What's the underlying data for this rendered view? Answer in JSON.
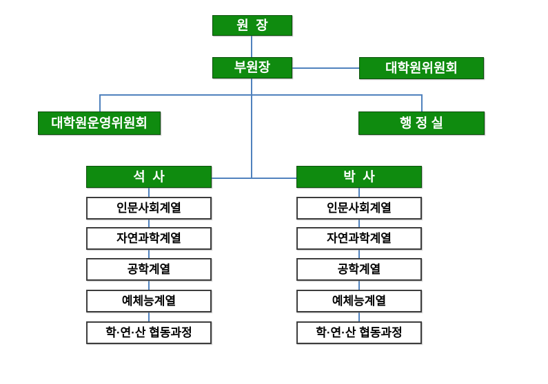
{
  "diagram": {
    "type": "org-chart",
    "nodes": {
      "director": "원  장",
      "vice_director": "부원장",
      "graduate_committee": "대학원위원회",
      "graduate_operating_committee": "대학원운영위원회",
      "admin_office": "행 정 실",
      "masters": "석  사",
      "doctorate": "박  사"
    },
    "tracks": [
      "인문사회계열",
      "자연과학계열",
      "공학계열",
      "예체능계열",
      "학·연·산 협동과정"
    ],
    "colors": {
      "node_fill_green": "#0f8b0f",
      "node_border_green": "#0a4d0a",
      "node_text_green_box": "#ffffff",
      "track_fill": "#ffffff",
      "track_border": "#3c3c3c",
      "track_text": "#000000",
      "connector_blue": "#4f81bd",
      "background": "#ffffff"
    }
  }
}
